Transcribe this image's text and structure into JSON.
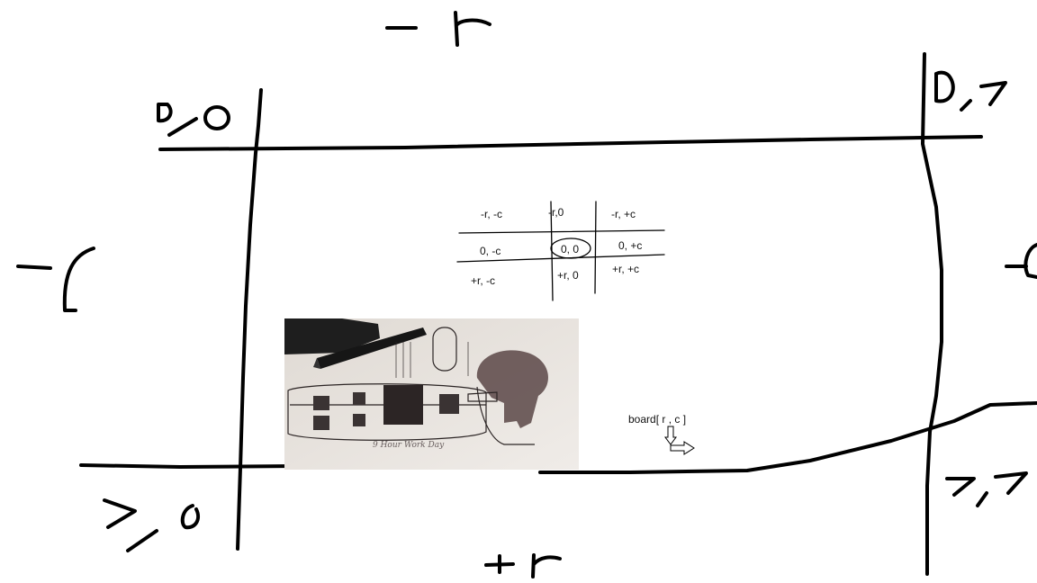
{
  "axis_labels": {
    "top": "-r",
    "bottom": "+r",
    "left": "-c",
    "right": "-c"
  },
  "corner_labels": {
    "top_left": "0,0",
    "top_right": "0,7",
    "bottom_left": "7,0",
    "bottom_right": "7,7"
  },
  "neighbor_grid": {
    "cells": [
      "-r, -c",
      "-r,0",
      "-r, +c",
      "0, -c",
      "0, 0",
      "0, +c",
      "+r, -c",
      "+r, 0",
      "+r, +c"
    ],
    "highlighted": "0, 0"
  },
  "board_expression": "board[ r , c ]",
  "photo": {
    "description_icon": "sketch-photo-icon",
    "caption": "9 Hour Work Day"
  }
}
